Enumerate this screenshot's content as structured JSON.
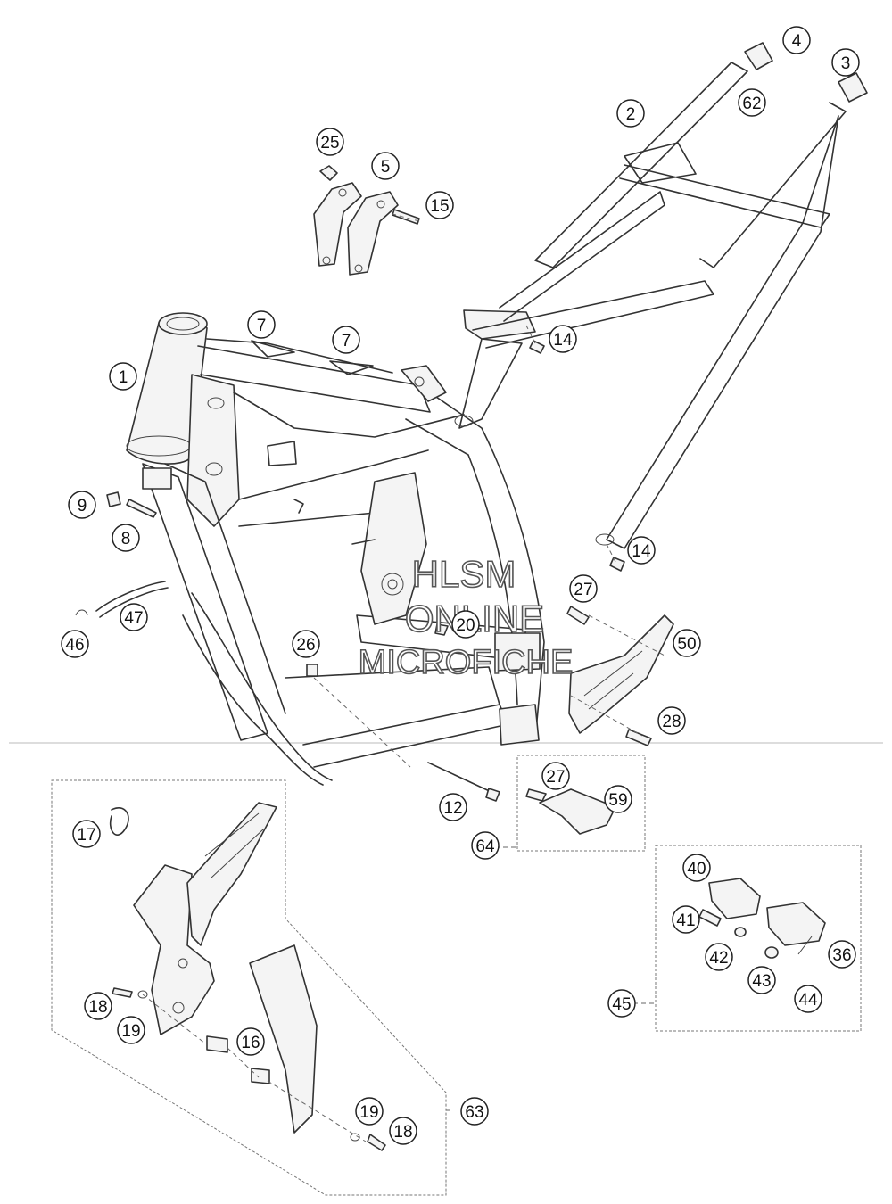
{
  "callouts": [
    {
      "label": "1"
    },
    {
      "label": "2"
    },
    {
      "label": "3"
    },
    {
      "label": "4"
    },
    {
      "label": "5"
    },
    {
      "label": "7"
    },
    {
      "label": "7"
    },
    {
      "label": "8"
    },
    {
      "label": "9"
    },
    {
      "label": "12"
    },
    {
      "label": "14"
    },
    {
      "label": "14"
    },
    {
      "label": "15"
    },
    {
      "label": "16"
    },
    {
      "label": "17"
    },
    {
      "label": "18"
    },
    {
      "label": "18"
    },
    {
      "label": "19"
    },
    {
      "label": "19"
    },
    {
      "label": "20"
    },
    {
      "label": "25"
    },
    {
      "label": "26"
    },
    {
      "label": "27"
    },
    {
      "label": "27"
    },
    {
      "label": "28"
    },
    {
      "label": "36"
    },
    {
      "label": "40"
    },
    {
      "label": "41"
    },
    {
      "label": "42"
    },
    {
      "label": "43"
    },
    {
      "label": "44"
    },
    {
      "label": "45"
    },
    {
      "label": "46"
    },
    {
      "label": "47"
    },
    {
      "label": "50"
    },
    {
      "label": "59"
    },
    {
      "label": "62"
    },
    {
      "label": "63"
    },
    {
      "label": "64"
    }
  ],
  "watermark": {
    "line1": "HLSM",
    "line2": "ONLINE",
    "line3": "MICROFICHE"
  }
}
